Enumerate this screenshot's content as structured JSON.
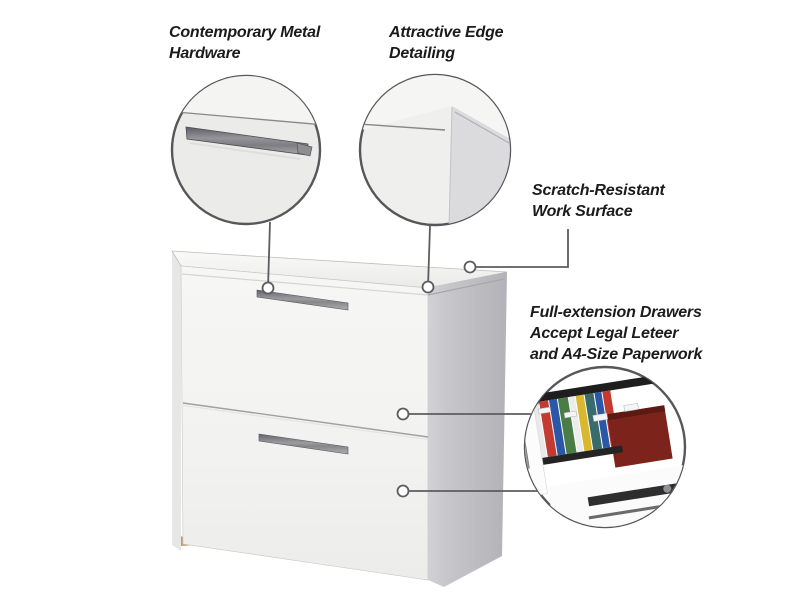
{
  "figure_type": "product-feature-diagram",
  "product": "two-drawer lateral file cabinet",
  "callouts": {
    "hardware": {
      "line1": "Contemporary Metal",
      "line2": "Hardware"
    },
    "edge": {
      "line1": "Attractive Edge",
      "line2": "Detailing"
    },
    "scratch": {
      "line1": "Scratch-Resistant",
      "line2": "Work Surface"
    },
    "drawers": {
      "line1": "Full-extension Drawers",
      "line2": "Accept Legal Leteer",
      "line3": "and A4-Size Paperwork"
    }
  },
  "palette": {
    "background": "#ffffff",
    "text": "#1b1b1b",
    "connector_line": "#5d5d61",
    "circle_stroke": "#57575b",
    "cabinet_front": "#f3f3f2",
    "cabinet_top": "#f7f7f5",
    "cabinet_side": "#bcbcc1",
    "handle_metal": "#8a8a8e",
    "divider_line": "#a0a0a0",
    "wood_glimpse": "#c89a6e",
    "folder_green": "#4a7d46",
    "folder_dark_green": "#3d5a3b",
    "folder_blue": "#2b57a8",
    "folder_red": "#c23a30",
    "folder_maroon": "#7c241c",
    "folder_yellow": "#d9b830",
    "folder_teal": "#3a6b6b",
    "rail_black": "#1e1e1e"
  }
}
